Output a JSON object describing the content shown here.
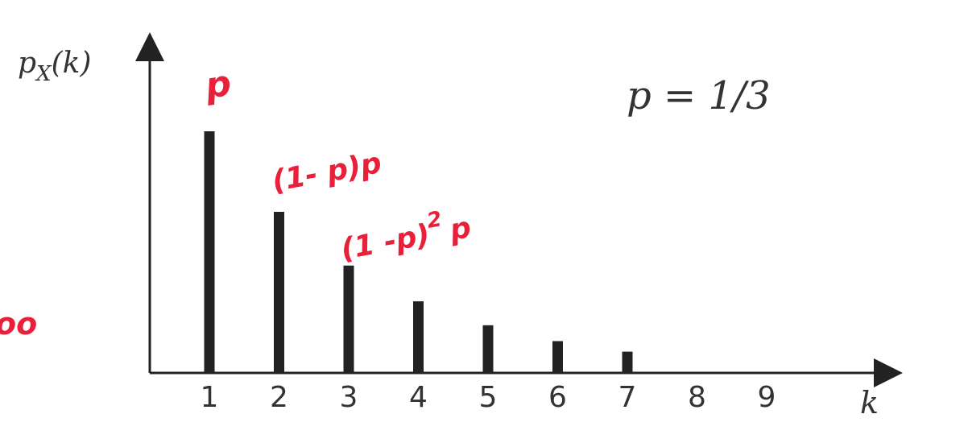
{
  "chart_data": {
    "type": "bar",
    "title": "",
    "ylabel_main": "p",
    "ylabel_sub": "X",
    "ylabel_arg": "(k)",
    "xlabel": "k",
    "parameter_label": "p = 1/3",
    "categories": [
      "1",
      "2",
      "3",
      "4",
      "5",
      "6",
      "7",
      "8",
      "9"
    ],
    "values": [
      0.3333,
      0.2222,
      0.1481,
      0.0988,
      0.0658,
      0.0439,
      0.0293,
      0,
      0
    ],
    "ylim": [
      0,
      0.45
    ],
    "grid": false,
    "bar_color": "#222222",
    "axis_color": "#222222",
    "annotations": [
      {
        "text": "p",
        "bar": "1",
        "color": "#e8203a"
      },
      {
        "text": "(1- p)p",
        "bar": "2",
        "color": "#e8203a"
      },
      {
        "text": "(1 -p)",
        "sup": "2",
        "tail": "p",
        "bar": "3",
        "color": "#e8203a"
      },
      {
        "text": "oo",
        "color": "#e8203a"
      }
    ]
  }
}
